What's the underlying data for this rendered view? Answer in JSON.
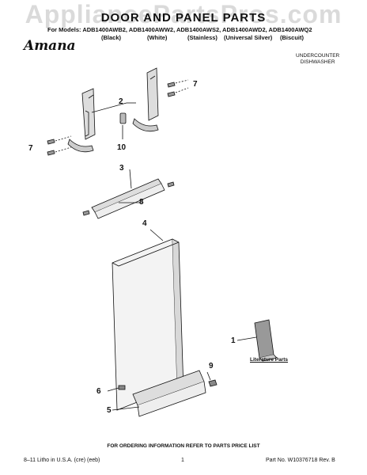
{
  "watermark": "AppliancePartsPros.com",
  "title": "DOOR AND PANEL PARTS",
  "models_label": "For Models:",
  "models": "ADB1400AWB2, ADB1400AWW2, ADB1400AWS2, ADB1400AWD2, ADB1400AWQ2",
  "colors": [
    "(Black)",
    "(White)",
    "(Stainless)",
    "(Universal Silver)",
    "(Biscuit)"
  ],
  "brand": "Amana",
  "note_line1": "UNDERCOUNTER",
  "note_line2": "DISHWASHER",
  "callouts": {
    "c7a": "7",
    "c2": "2",
    "c7b": "7",
    "c10": "10",
    "c3": "3",
    "c8": "8",
    "c4": "4",
    "c1": "1",
    "c9": "9",
    "c6": "6",
    "c5": "5"
  },
  "literature_label": "Literature Parts",
  "ordering_info": "FOR ORDERING INFORMATION REFER TO PARTS PRICE LIST",
  "footer_left": "8–11 Litho in U.S.A. (cre) (eeb)",
  "footer_page": "1",
  "footer_right": "Part No. W10376718 Rev. B"
}
